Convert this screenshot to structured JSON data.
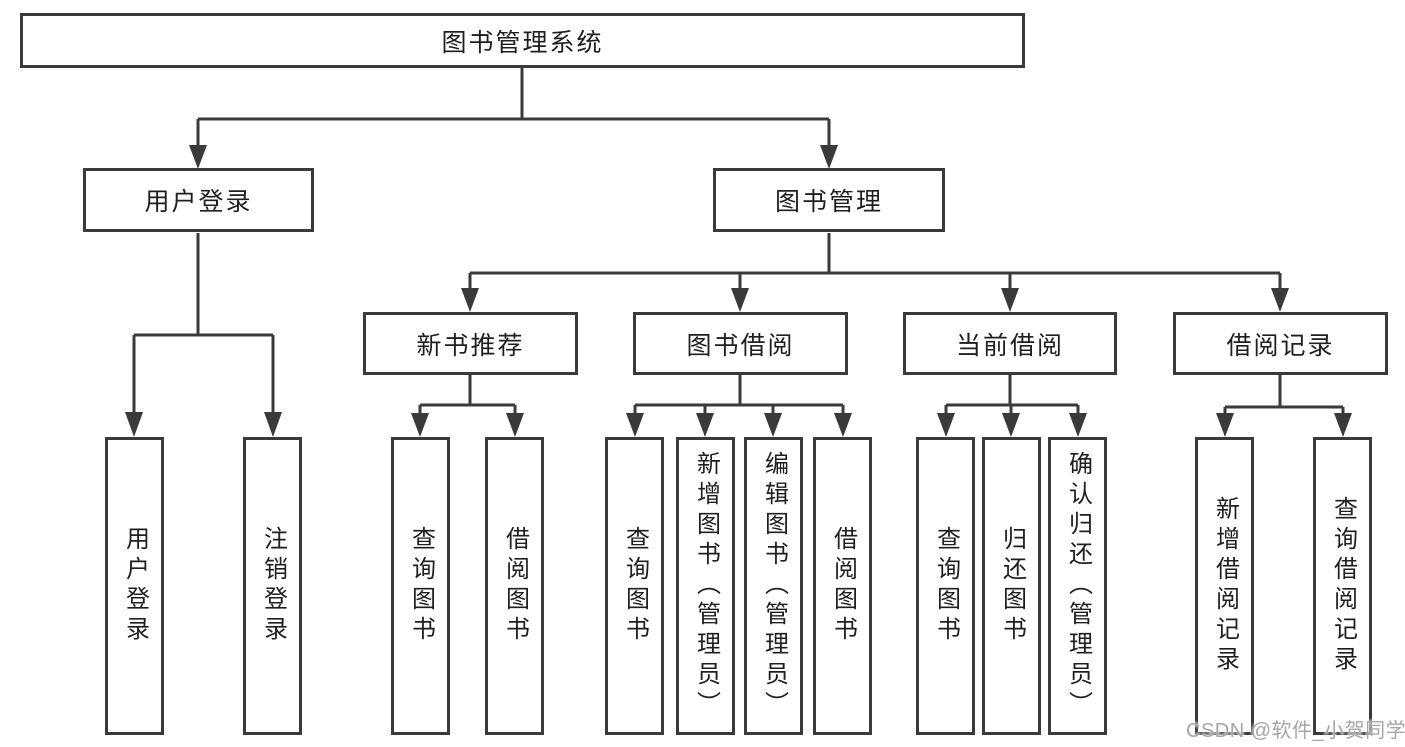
{
  "tree": {
    "root": {
      "label": "图书管理系统"
    },
    "branches": [
      {
        "label": "用户登录",
        "children": [
          {
            "label": "用户登录"
          },
          {
            "label": "注销登录"
          }
        ]
      },
      {
        "label": "图书管理",
        "children": [
          {
            "label": "新书推荐",
            "children": [
              {
                "label": "查询图书"
              },
              {
                "label": "借阅图书"
              }
            ]
          },
          {
            "label": "图书借阅",
            "children": [
              {
                "label": "查询图书"
              },
              {
                "label": "新增图书（管理员）"
              },
              {
                "label": "编辑图书（管理员）"
              },
              {
                "label": "借阅图书"
              }
            ]
          },
          {
            "label": "当前借阅",
            "children": [
              {
                "label": "查询图书"
              },
              {
                "label": "归还图书"
              },
              {
                "label": "确认归还（管理员）"
              }
            ]
          },
          {
            "label": "借阅记录",
            "children": [
              {
                "label": "新增借阅记录"
              },
              {
                "label": "查询借阅记录"
              }
            ]
          }
        ]
      }
    ]
  },
  "watermark": "CSDN @软件_小贺同学",
  "colors": {
    "line": "#3a3a3a",
    "text": "#1f1f1f",
    "background": "#ffffff",
    "watermark": "#a6a6a6"
  }
}
